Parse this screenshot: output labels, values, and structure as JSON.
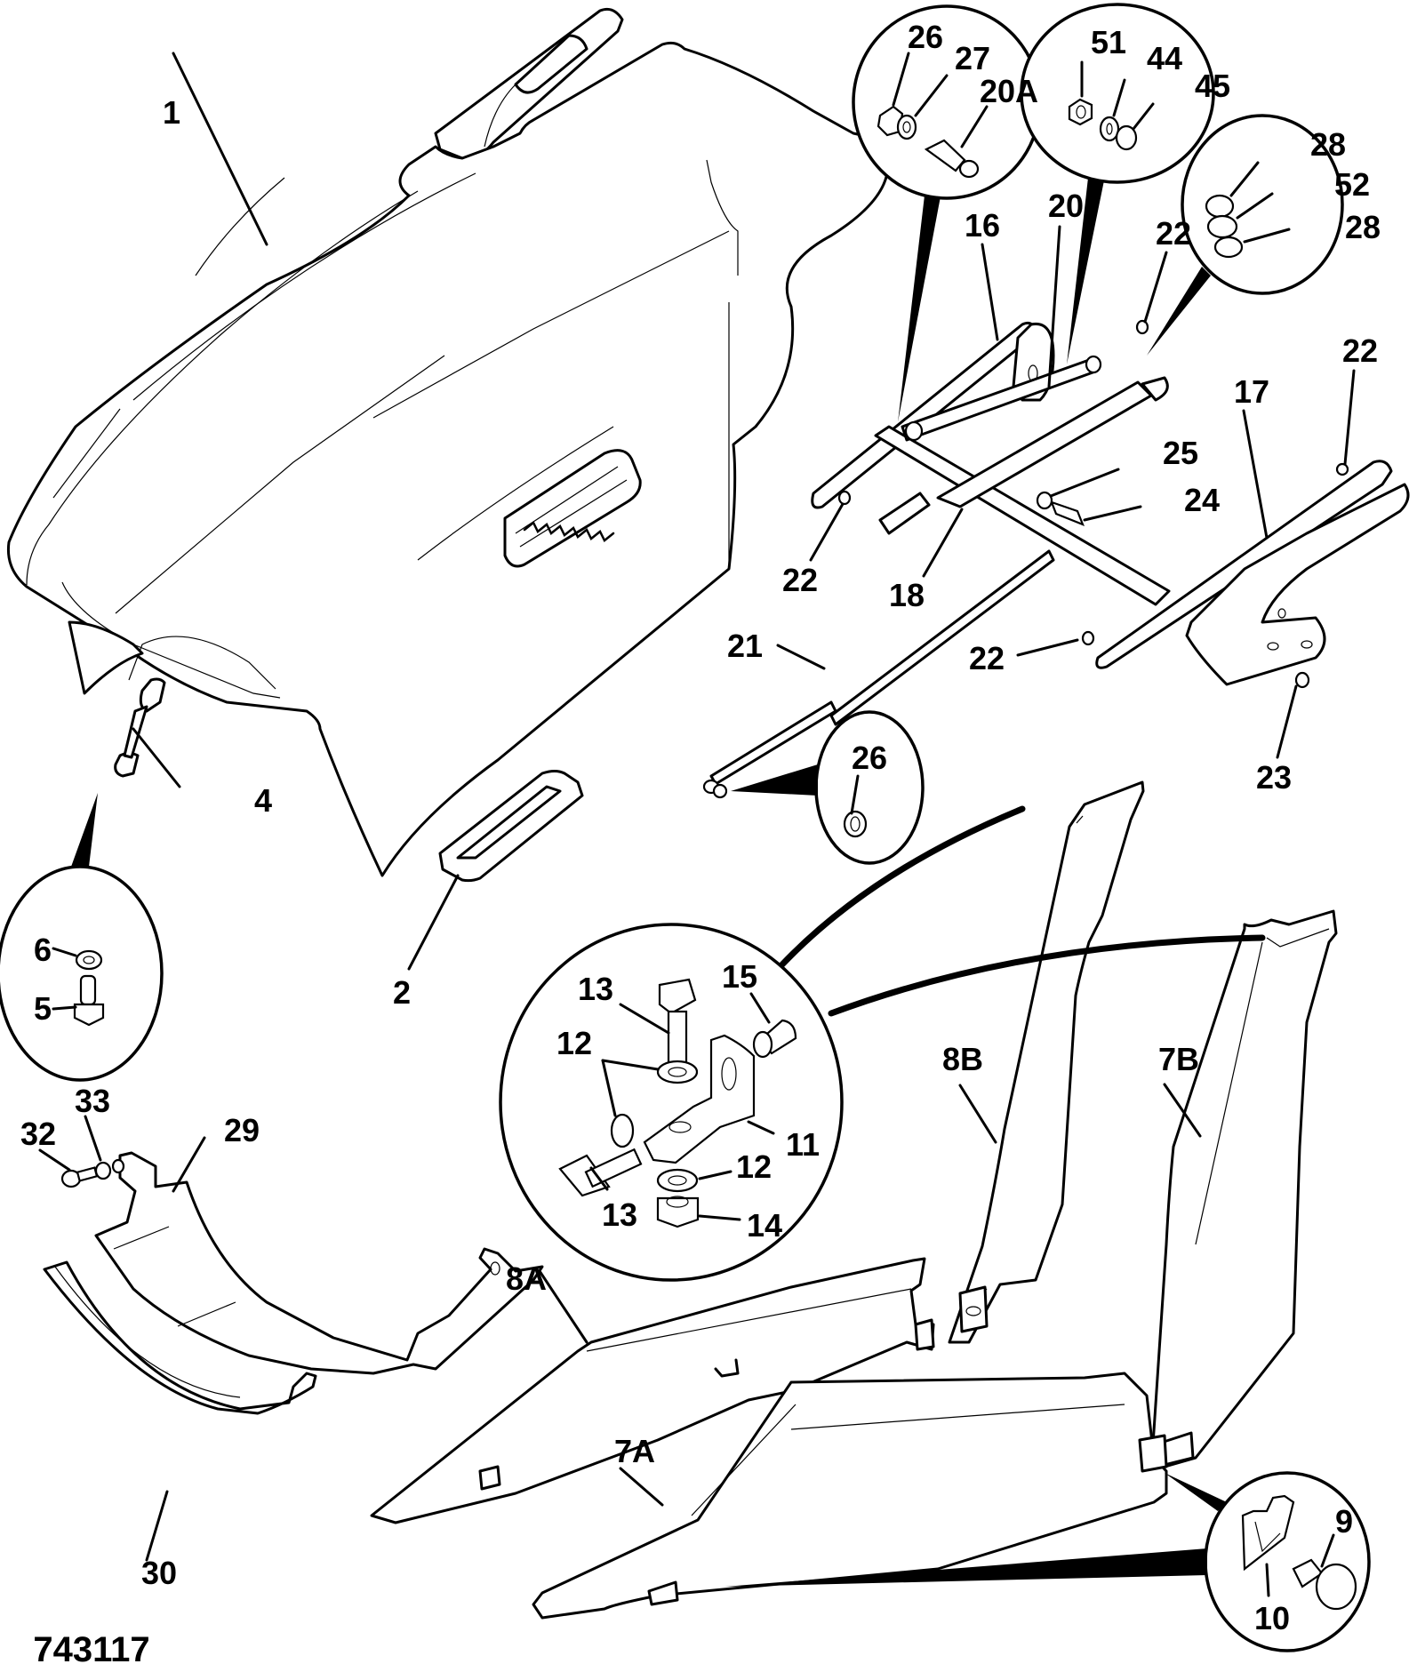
{
  "figure": {
    "title": "Exploded parts diagram - hood / engine cover assembly",
    "figure_number": "743117"
  },
  "callouts": [
    {
      "id": "c1",
      "label": "1",
      "part": "hood-cover"
    },
    {
      "id": "c2",
      "label": "2",
      "part": "rubber-pad"
    },
    {
      "id": "c4",
      "label": "4",
      "part": "check-strap"
    },
    {
      "id": "c5",
      "label": "5",
      "part": "bolt"
    },
    {
      "id": "c6",
      "label": "6",
      "part": "washer"
    },
    {
      "id": "c7a",
      "label": "7A",
      "part": "side-panel-lower"
    },
    {
      "id": "c7b",
      "label": "7B",
      "part": "side-panel-upright"
    },
    {
      "id": "c8a",
      "label": "8A",
      "part": "side-panel-lower-inner"
    },
    {
      "id": "c8b",
      "label": "8B",
      "part": "side-panel-upright-inner"
    },
    {
      "id": "c9",
      "label": "9",
      "part": "torx-screw"
    },
    {
      "id": "c10",
      "label": "10",
      "part": "spring-clip"
    },
    {
      "id": "c11",
      "label": "11",
      "part": "angle-bracket"
    },
    {
      "id": "c12a",
      "label": "12",
      "part": "washer"
    },
    {
      "id": "c12b",
      "label": "12",
      "part": "washer"
    },
    {
      "id": "c13a",
      "label": "13",
      "part": "bolt"
    },
    {
      "id": "c13b",
      "label": "13",
      "part": "bolt"
    },
    {
      "id": "c14",
      "label": "14",
      "part": "nut"
    },
    {
      "id": "c15",
      "label": "15",
      "part": "stud-with-washer"
    },
    {
      "id": "c16",
      "label": "16",
      "part": "hinge-left"
    },
    {
      "id": "c17",
      "label": "17",
      "part": "hinge-right"
    },
    {
      "id": "c18",
      "label": "18",
      "part": "cross-frame"
    },
    {
      "id": "c20",
      "label": "20",
      "part": "gas-strut-upper"
    },
    {
      "id": "c20a",
      "label": "20A",
      "part": "ball-stud"
    },
    {
      "id": "c21",
      "label": "21",
      "part": "gas-strut-lower"
    },
    {
      "id": "c22a",
      "label": "22",
      "part": "screw"
    },
    {
      "id": "c22b",
      "label": "22",
      "part": "screw"
    },
    {
      "id": "c22c",
      "label": "22",
      "part": "screw"
    },
    {
      "id": "c22d",
      "label": "22",
      "part": "screw"
    },
    {
      "id": "c23",
      "label": "23",
      "part": "stud"
    },
    {
      "id": "c24",
      "label": "24",
      "part": "bolt"
    },
    {
      "id": "c25",
      "label": "25",
      "part": "washer"
    },
    {
      "id": "c26a",
      "label": "26",
      "part": "nut"
    },
    {
      "id": "c26b",
      "label": "26",
      "part": "nut"
    },
    {
      "id": "c27",
      "label": "27",
      "part": "washer"
    },
    {
      "id": "c28a",
      "label": "28",
      "part": "grommet-washer"
    },
    {
      "id": "c28b",
      "label": "28",
      "part": "grommet-washer"
    },
    {
      "id": "c29",
      "label": "29",
      "part": "front-lower-panel"
    },
    {
      "id": "c30",
      "label": "30",
      "part": "front-trim-strip"
    },
    {
      "id": "c32",
      "label": "32",
      "part": "bolt"
    },
    {
      "id": "c33",
      "label": "33",
      "part": "washer"
    },
    {
      "id": "c44",
      "label": "44",
      "part": "washer"
    },
    {
      "id": "c45",
      "label": "45",
      "part": "serrated-washer"
    },
    {
      "id": "c51",
      "label": "51",
      "part": "nut"
    },
    {
      "id": "c52",
      "label": "52",
      "part": "spacer"
    }
  ],
  "detail_views": [
    {
      "id": "d-strut-ball-stud",
      "contains": [
        "26",
        "27",
        "20A"
      ]
    },
    {
      "id": "d-hinge-nut",
      "contains": [
        "51",
        "44",
        "45"
      ]
    },
    {
      "id": "d-grommet",
      "contains": [
        "28",
        "52",
        "28"
      ]
    },
    {
      "id": "d-strut-nut",
      "contains": [
        "26"
      ]
    },
    {
      "id": "d-strap-fixing",
      "contains": [
        "6",
        "5"
      ]
    },
    {
      "id": "d-bracket",
      "contains": [
        "13",
        "15",
        "12",
        "11",
        "12",
        "13",
        "14"
      ]
    },
    {
      "id": "d-clip",
      "contains": [
        "9",
        "10"
      ]
    }
  ]
}
